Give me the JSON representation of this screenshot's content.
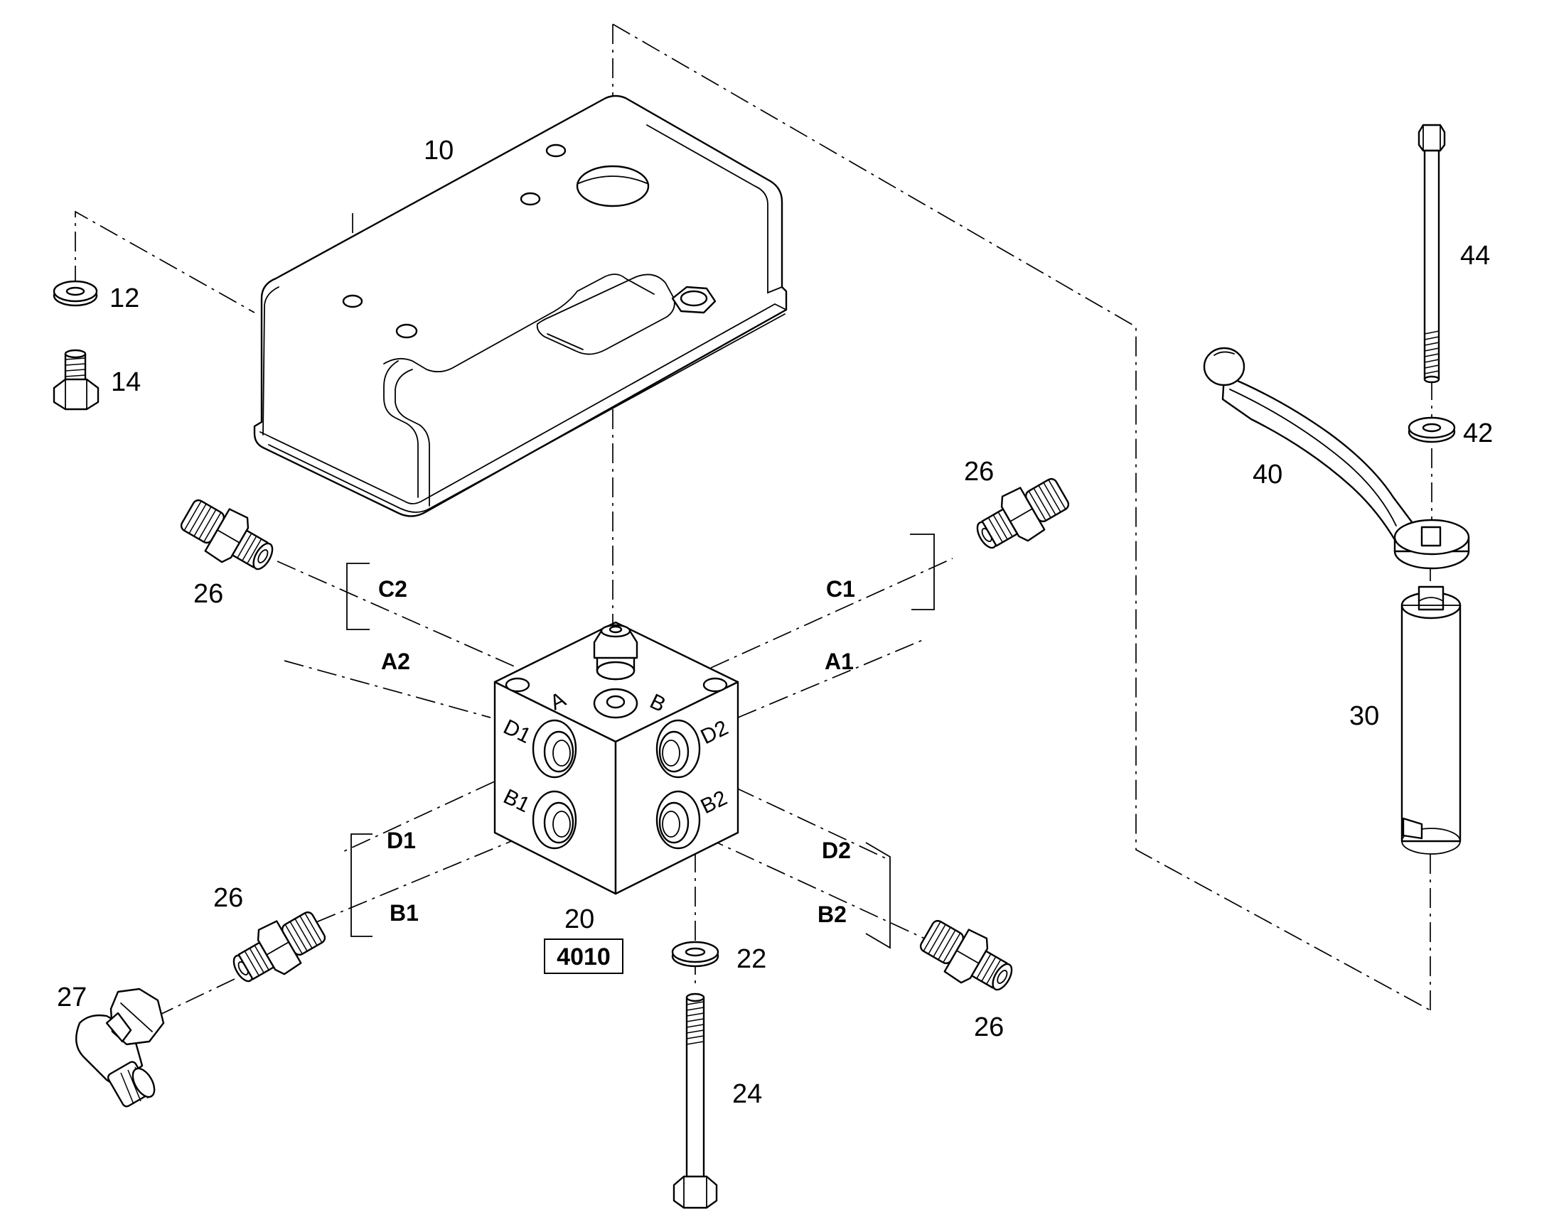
{
  "callouts": {
    "n10": "10",
    "n12": "12",
    "n14": "14",
    "n20": "20",
    "n22": "22",
    "n24": "24",
    "n26_upper_left": "26",
    "n26_upper_right": "26",
    "n26_lower_left": "26",
    "n26_lower_right": "26",
    "n27": "27",
    "n30": "30",
    "n40": "40",
    "n42": "42",
    "n44": "44"
  },
  "ports": {
    "c2": "C2",
    "a2": "A2",
    "c1": "C1",
    "a1": "A1",
    "d1": "D1",
    "b1": "B1",
    "d2": "D2",
    "b2": "B2"
  },
  "block_faces": {
    "top_a": "A",
    "top_b": "B",
    "left_d1": "D1",
    "left_b1": "B1",
    "right_d2": "D2",
    "right_b2": "B2"
  },
  "reference_box": "4010"
}
